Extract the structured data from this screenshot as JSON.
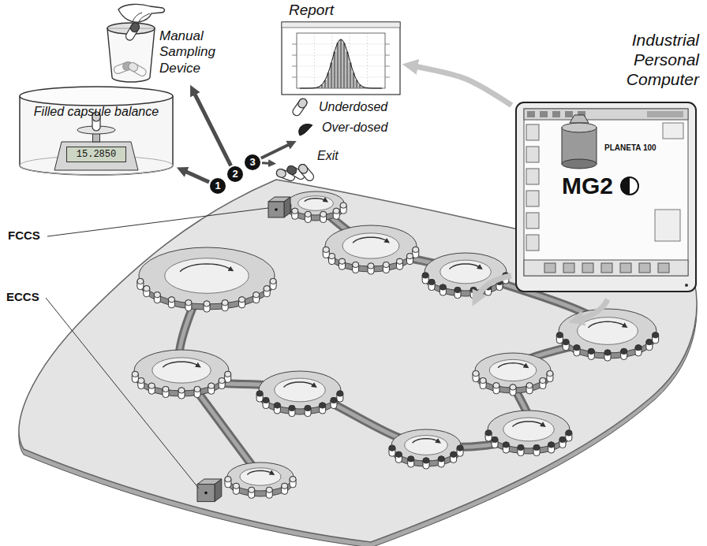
{
  "diagram": {
    "nodes": [
      {
        "text": [
          "Filled capsule balance"
        ]
      },
      {
        "text": [
          "15.2850"
        ],
        "in": 0
      },
      {
        "text": [
          "Manual Sampling Device"
        ]
      },
      {
        "text": [
          "Report"
        ]
      },
      {
        "text": [
          "Industrial Personal Computer",
          "PLANETA 100",
          "MG2"
        ]
      },
      {
        "text": [
          "1"
        ]
      },
      {
        "text": [
          "2"
        ]
      },
      {
        "text": [
          "3"
        ]
      },
      {
        "text": [
          "Underdosed",
          "Over-dosed"
        ]
      },
      {
        "text": [
          "Exit"
        ]
      }
    ],
    "edges": [
      {
        "from": 5,
        "to": 0,
        "arrow": "to"
      },
      {
        "from": 6,
        "to": 2,
        "arrow": "to"
      },
      {
        "from": 7,
        "to": 8,
        "arrow": "to"
      },
      {
        "from": 7,
        "to": 9,
        "arrow": "to"
      },
      {
        "from": 4,
        "to": 3,
        "arrow": "to"
      }
    ],
    "labels": [
      "FCCS",
      "ECCS"
    ]
  }
}
